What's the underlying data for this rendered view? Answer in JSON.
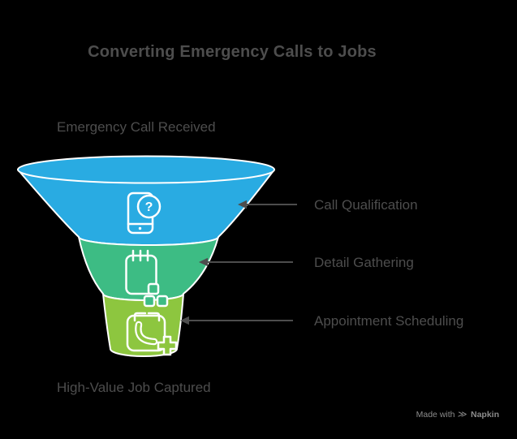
{
  "title": "Converting Emergency Calls to Jobs",
  "funnel": {
    "entry_label": "Emergency Call Received",
    "exit_label": "High-Value Job Captured",
    "stages": [
      {
        "label": "Call Qualification",
        "color": "#29ABE2",
        "icon": "phone-question-icon"
      },
      {
        "label": "Detail Gathering",
        "color": "#3DBC84",
        "icon": "notepad-checklist-icon"
      },
      {
        "label": "Appointment Scheduling",
        "color": "#8DC63F",
        "icon": "calendar-phone-icon"
      }
    ]
  },
  "icons": {
    "question_mark": "?"
  },
  "watermark": {
    "prefix": "Made with",
    "brand": "Napkin",
    "logo_glyph": "≫"
  },
  "colors": {
    "background": "#000000",
    "stage_blue": "#29ABE2",
    "stage_green": "#3DBC84",
    "stage_lime": "#8DC63F",
    "stroke_white": "#FFFFFF",
    "text": "#4D4D4D",
    "arrow": "#4D4D4D",
    "watermark": "#8C8C8C"
  }
}
